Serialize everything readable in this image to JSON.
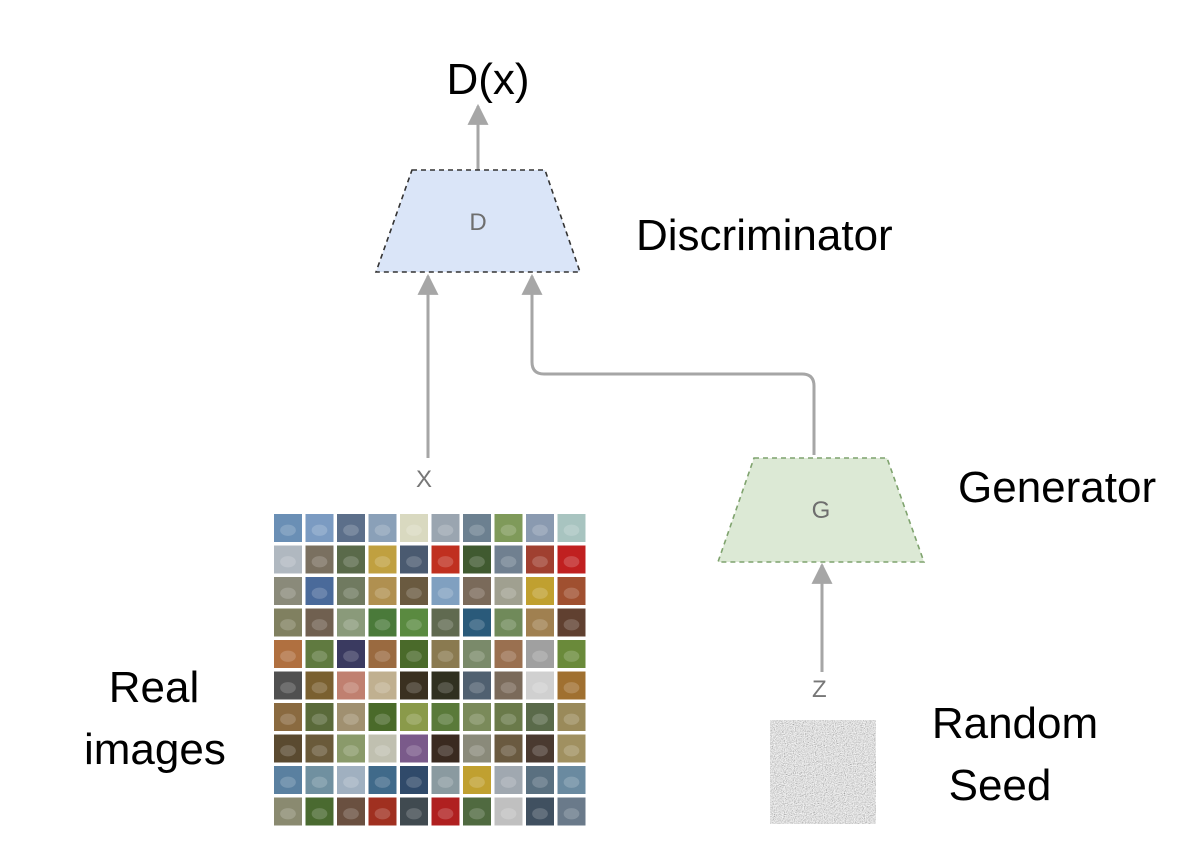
{
  "output_label": "D(x)",
  "discriminator": {
    "block_letter": "D",
    "name": "Discriminator",
    "fill": "#dae5f8",
    "stroke": "#333333"
  },
  "generator": {
    "block_letter": "G",
    "name": "Generator",
    "fill": "#dce9d5",
    "stroke": "#7fa36e"
  },
  "real_input_label": "X",
  "noise_input_label": "Z",
  "real_images_label": [
    "Real",
    "images"
  ],
  "random_seed_label": [
    "Random",
    "Seed"
  ],
  "arrow_color": "#a6a6a6",
  "real_images_grid": {
    "rows": 10,
    "cols": 10,
    "row_colors": [
      [
        "#6a8fb5",
        "#7b9bc2",
        "#5c6f8a",
        "#8aa0b8",
        "#d9d9c0",
        "#9aa5b0",
        "#6c8090",
        "#7f9a5a",
        "#8a9ab0",
        "#a8c4c0"
      ],
      [
        "#b0b8c0",
        "#7a7060",
        "#5a6a4a",
        "#c0a040",
        "#4a5a70",
        "#c03020",
        "#405a30",
        "#708090",
        "#a04030",
        "#c02020"
      ],
      [
        "#8a8a7a",
        "#4a6a9a",
        "#707a60",
        "#b09050",
        "#6a5a40",
        "#80a0c0",
        "#7a6a5a",
        "#a0a090",
        "#c0a030",
        "#a05030"
      ],
      [
        "#808060",
        "#706050",
        "#8a9a7a",
        "#4a7a3a",
        "#5a8a40",
        "#606a50",
        "#2a5a7a",
        "#708a5a",
        "#a08050",
        "#604030"
      ],
      [
        "#b07040",
        "#607a40",
        "#3a3a60",
        "#9a6a40",
        "#4a6a2a",
        "#8a7a50",
        "#7a8a6a",
        "#9a7050",
        "#a0a0a0",
        "#6a8a3a"
      ],
      [
        "#505050",
        "#7a6030",
        "#c08070",
        "#c0b090",
        "#3a3020",
        "#303020",
        "#506070",
        "#7a6a5a",
        "#d0d0d0",
        "#a07030"
      ],
      [
        "#8a6a40",
        "#5a6a3a",
        "#a09070",
        "#4a6a2a",
        "#8a9a4a",
        "#5a7a3a",
        "#7a8a5a",
        "#6a7a4a",
        "#5a6a4a",
        "#9a8a5a"
      ],
      [
        "#5a4a30",
        "#6a5a3a",
        "#8a9a6a",
        "#c0c0b0",
        "#7a5a8a",
        "#3a2a20",
        "#8a8a7a",
        "#6a5a40",
        "#4a3a30",
        "#a09060"
      ],
      [
        "#5a80a0",
        "#7090a0",
        "#a0b0c0",
        "#406a8a",
        "#304a6a",
        "#8a9aa0",
        "#c0a030",
        "#a0a8b0",
        "#5a7080",
        "#6a8aa0"
      ],
      [
        "#8a8a70",
        "#4a6a30",
        "#6a5040",
        "#a03020",
        "#404a50",
        "#b02020",
        "#506a40",
        "#c0c0c0",
        "#405060",
        "#6a7a8a"
      ]
    ]
  }
}
